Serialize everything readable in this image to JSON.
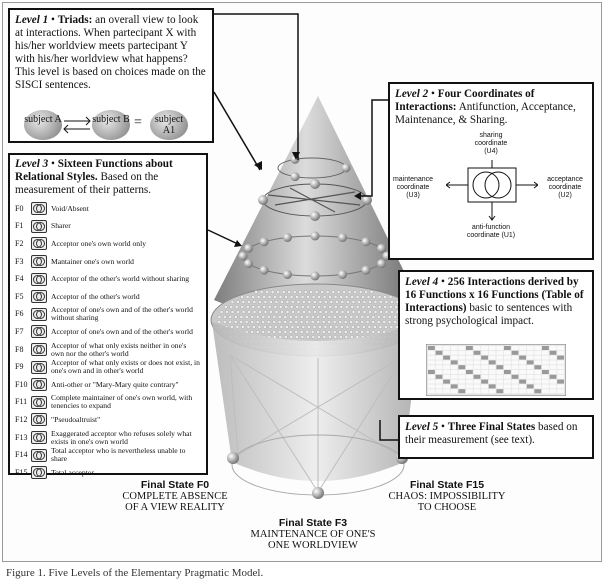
{
  "level1": {
    "title": "Level 1",
    "bullet": " • ",
    "heading": "Triads:",
    "text": " an overall view to look at interactions. When partecipant X with his/her worldview meets partecipant Y with his/her worldview what happens? This level is based on choices made on the SISCI sentences.",
    "subjects": [
      "subject A",
      "subject B",
      "subject A1"
    ],
    "equals": "="
  },
  "level2": {
    "title": "Level 2",
    "bullet": " • ",
    "heading": "Four Coordinates of Interactions:",
    "text": " Antifunction, Acceptance, Maintenance, & Sharing.",
    "coords": {
      "top": "sharing coordinate (U4)",
      "left": "maintenance coordinate (U3)",
      "right": "acceptance coordinate (U2)",
      "bottom": "anti-function coordinate (U1)"
    }
  },
  "level3": {
    "title": "Level 3",
    "bullet": " • ",
    "heading": "Sixteen Functions about Relational Styles.",
    "text": " Based on the measurement of their patterns.",
    "functions": [
      {
        "code": "F0",
        "label": "Void/Absent"
      },
      {
        "code": "F1",
        "label": "Sharer"
      },
      {
        "code": "F2",
        "label": "Acceptor one's own world only"
      },
      {
        "code": "F3",
        "label": "Mantainer one's own world"
      },
      {
        "code": "F4",
        "label": "Acceptor of the other's world without sharing"
      },
      {
        "code": "F5",
        "label": "Acceptor of the other's world"
      },
      {
        "code": "F6",
        "label": "Acceptor of one's own and of the other's world without sharing"
      },
      {
        "code": "F7",
        "label": "Acceptor of one's own and of the other's world"
      },
      {
        "code": "F8",
        "label": "Acceptor of what only exists neither in one's own nor the other's world"
      },
      {
        "code": "F9",
        "label": "Acceptor of what only exists or does not exist, in one's own and in other's world"
      },
      {
        "code": "F10",
        "label": "Anti-other or \"Mary-Mary quite contrary\""
      },
      {
        "code": "F11",
        "label": "Complete maintainer of one's own world, with tenencies to expand"
      },
      {
        "code": "F12",
        "label": "\"Pseudoaltruist\""
      },
      {
        "code": "F13",
        "label": "Exaggerated acceptor who refuses solely what exists in one's own world"
      },
      {
        "code": "F14",
        "label": "Total acceptor who is nevertheless unable to share"
      },
      {
        "code": "F15",
        "label": "Total acceptor"
      }
    ]
  },
  "level4": {
    "title": "Level 4",
    "bullet": " • ",
    "heading": "256 Interactions derived by 16 Functions x 16 Functions (Table of Interactions)",
    "text": " basic to sentences with strong psychological impact."
  },
  "level5": {
    "title": "Level 5",
    "bullet": " • ",
    "heading": "Three Final States",
    "text": " based on their measurement (see text)."
  },
  "final_states": [
    {
      "name": "Final State F0",
      "desc1": "COMPLETE ABSENCE",
      "desc2": "OF A VIEW REALITY"
    },
    {
      "name": "Final State F15",
      "desc1": "CHAOS: IMPOSSIBILITY",
      "desc2": "TO CHOOSE"
    },
    {
      "name": "Final State F3",
      "desc1": "MAINTENANCE OF ONE'S",
      "desc2": "ONE WORLDVIEW"
    }
  ],
  "caption": "Figure 1. Five Levels of the Elementary Pragmatic Model.",
  "colors": {
    "cone": "#9c9c9c",
    "border": "#111111"
  }
}
